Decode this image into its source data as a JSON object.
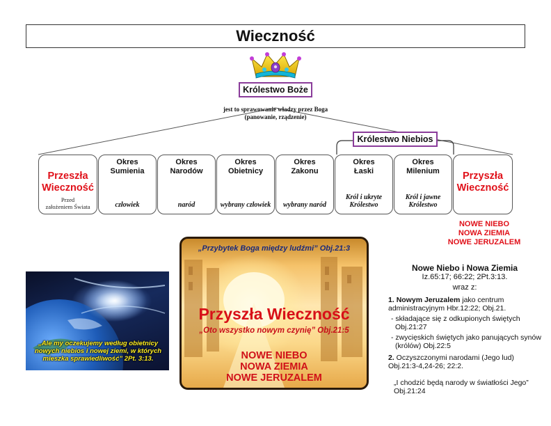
{
  "title": "Wieczność",
  "kingdom_god": {
    "label": "Królestwo Boże",
    "note": [
      "jest to sprawowanie władzy przez Boga",
      "(panowanie, rządzenie)"
    ]
  },
  "kingdom_heaven": {
    "label": "Królestwo Niebios"
  },
  "past_eternity": {
    "title": [
      "Przeszła",
      "Wieczność"
    ],
    "sub": [
      "Przed",
      "założeniem Świata"
    ]
  },
  "periods": [
    {
      "name": [
        "Okres",
        "Sumienia"
      ],
      "sub": [
        "człowiek"
      ]
    },
    {
      "name": [
        "Okres",
        "Narodów"
      ],
      "sub": [
        "naród"
      ]
    },
    {
      "name": [
        "Okres",
        "Obietnicy"
      ],
      "sub": [
        "wybrany człowiek"
      ]
    },
    {
      "name": [
        "Okres",
        "Zakonu"
      ],
      "sub": [
        "wybrany naród"
      ]
    },
    {
      "name": [
        "Okres",
        "Łaski"
      ],
      "sub": [
        "Król i ukryte",
        "Królestwo"
      ]
    },
    {
      "name": [
        "Okres",
        "Milenium"
      ],
      "sub": [
        "Król i jawne",
        "Królestwo"
      ]
    }
  ],
  "future_eternity": {
    "title": [
      "Przyszła",
      "Wieczność"
    ]
  },
  "new_heaven_red": [
    "NOWE NIEBO",
    "NOWA ZIEMIA",
    "NOWE JERUZALEM"
  ],
  "earth_quote": "„Ale my oczekujemy według obietnicy nowych niebios i nowej ziemi, w których mieszka sprawiedliwość” 2Pt. 3:13.",
  "city": {
    "top": "„Przybytek Boga między ludźmi” Obj.21:3",
    "title": "Przyszła Wieczność",
    "quote": "„Oto wszystko nowym czynię” Obj.21:5",
    "red": [
      "NOWE NIEBO",
      "NOWA ZIEMIA",
      "NOWE JERUZALEM"
    ]
  },
  "info": {
    "heading": "Nowe Niebo i Nowa Ziemia",
    "refs": "Iz.65:17; 66:22; 2Pt.3:13.",
    "with": "wraz z:",
    "item1_num": "1.",
    "item1_bold": "Nowym Jeruzalem",
    "item1_text": " jako centrum administracyjnym Hbr.12:22; Obj.21.",
    "item1_subs": [
      "- składające się z odkupionych świętych Obj.21:27",
      "- zwycięskich świętych jako panujących synów (królów) Obj.22:5"
    ],
    "item2_num": "2.",
    "item2_text": " Oczyszczonymi narodami (Jego lud) Obj.21:3-4,24-26; 22:2.",
    "quote": "„I chodzić będą narody w światłości Jego” Obj.21:24"
  },
  "colors": {
    "red": "#e0111a",
    "purple_border": "#8a3c9a",
    "yellow_text": "#ffee22",
    "blue_text": "#1b2a7a"
  }
}
